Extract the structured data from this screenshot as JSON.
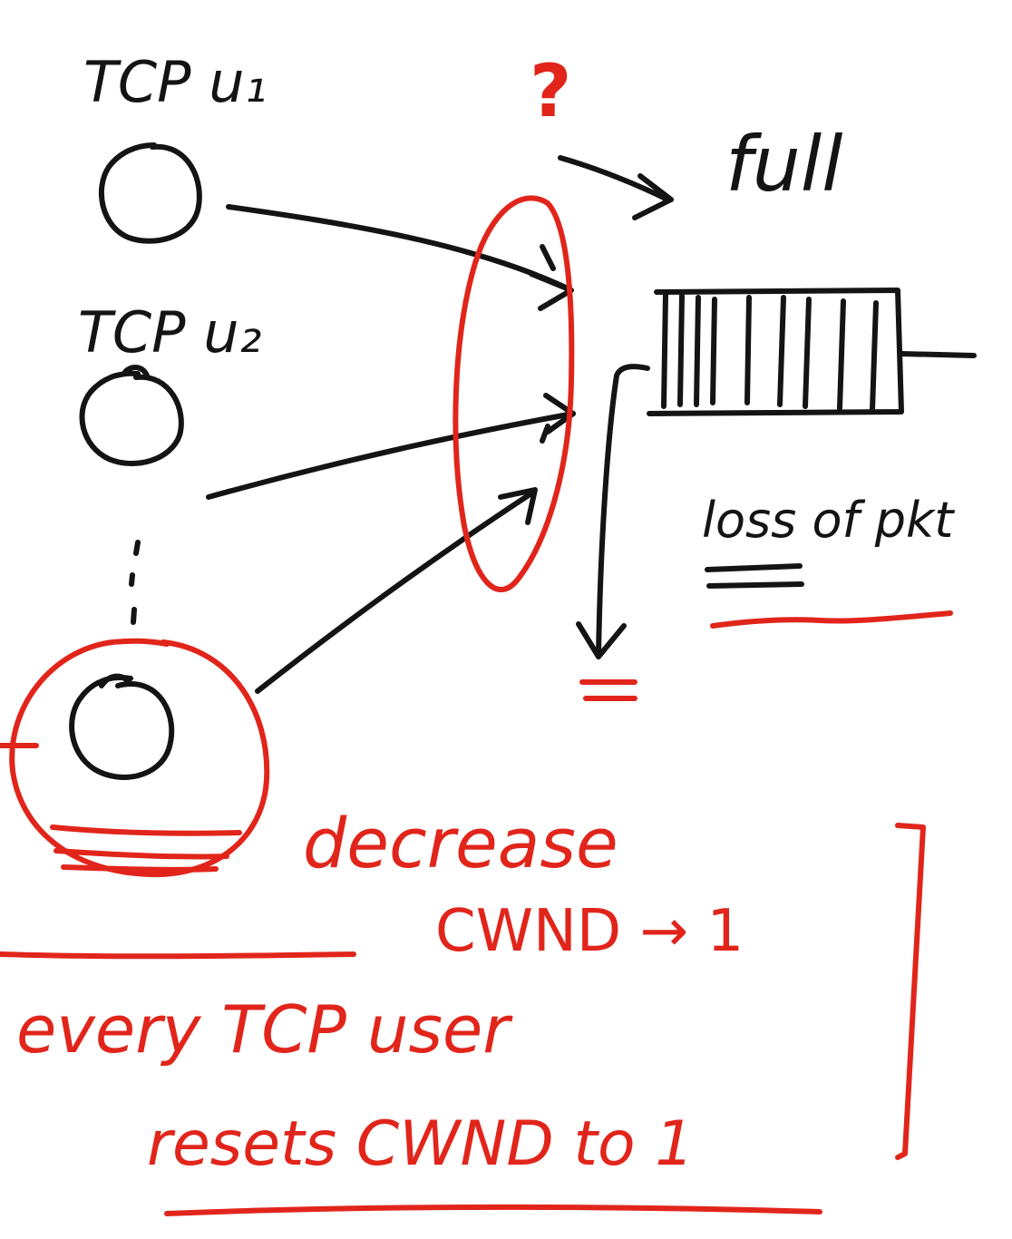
{
  "colors": {
    "black_ink": "#141414",
    "red_ink": "#e1251b",
    "background": "#ffffff"
  },
  "labels": {
    "user1": "TCP u₁",
    "user2": "TCP u₂",
    "question_mark": "?",
    "full": "full",
    "loss_of_pkt": "loss of pkt",
    "decrease": "decrease",
    "cwnd_to_1": "CWND → 1",
    "every_tcp_user": "every TCP user",
    "resets_cwnd": "resets CWND to 1"
  }
}
